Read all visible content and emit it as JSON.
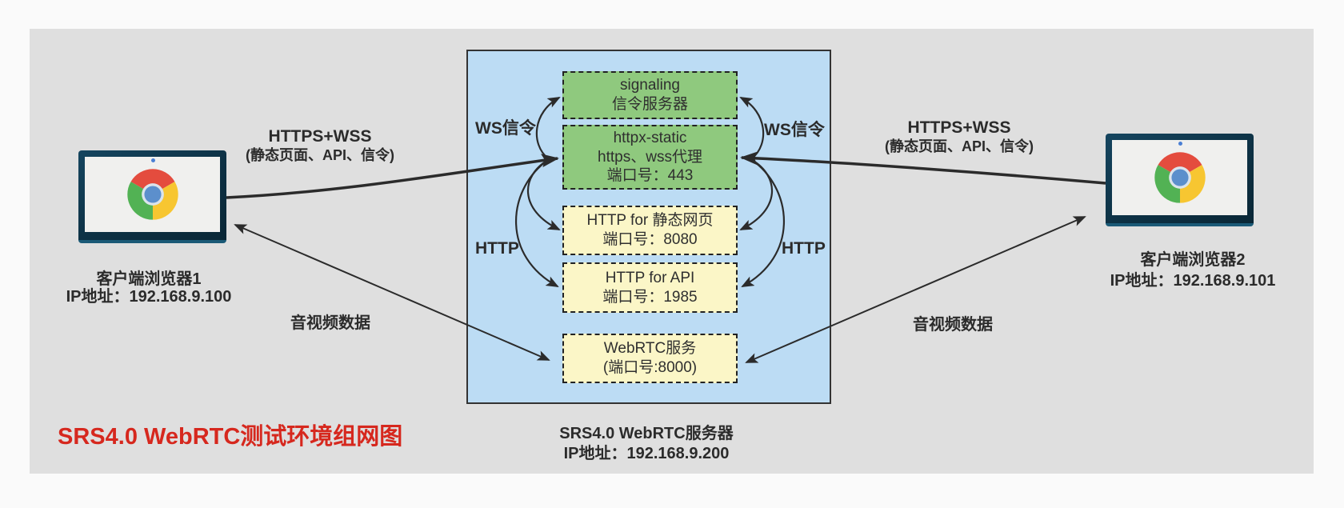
{
  "title": {
    "label": "SRS4.0 WebRTC测试环境组网图",
    "color": "#d6281e"
  },
  "server": {
    "name": "SRS4.0 WebRTC服务器",
    "ip": "IP地址：192.168.9.200",
    "boxes": {
      "signaling": {
        "line1": "signaling",
        "line2": "信令服务器"
      },
      "httpx": {
        "line1": "httpx-static",
        "line2": "https、wss代理",
        "line3": "端口号：443"
      },
      "http_static": {
        "line1": "HTTP for 静态网页",
        "line2": "端口号：8080"
      },
      "http_api": {
        "line1": "HTTP for API",
        "line2": "端口号：1985"
      },
      "webrtc": {
        "line1": "WebRTC服务",
        "line2": "(端口号:8000)"
      }
    }
  },
  "clients": {
    "left": {
      "name": "客户端浏览器1",
      "ip": "IP地址：192.168.9.100"
    },
    "right": {
      "name": "客户端浏览器2",
      "ip": "IP地址：192.168.9.101"
    }
  },
  "labels": {
    "ws_left": "WS信令",
    "ws_right": "WS信令",
    "http_left": "HTTP",
    "http_right": "HTTP",
    "https_left_line1": "HTTPS+WSS",
    "https_left_line2": "(静态页面、API、信令)",
    "https_right_line1": "HTTPS+WSS",
    "https_right_line2": "(静态页面、API、信令)",
    "av_left": "音视频数据",
    "av_right": "音视频数据"
  },
  "icons": {
    "client_browser": "chrome-icon"
  },
  "colors": {
    "panel_bg": "#dfdfdf",
    "server_bg": "#bcdcf4",
    "green_box": "#8fc97e",
    "yellow_box": "#fbf6c7",
    "line": "#2b2b2b",
    "title_red": "#d6281e"
  }
}
